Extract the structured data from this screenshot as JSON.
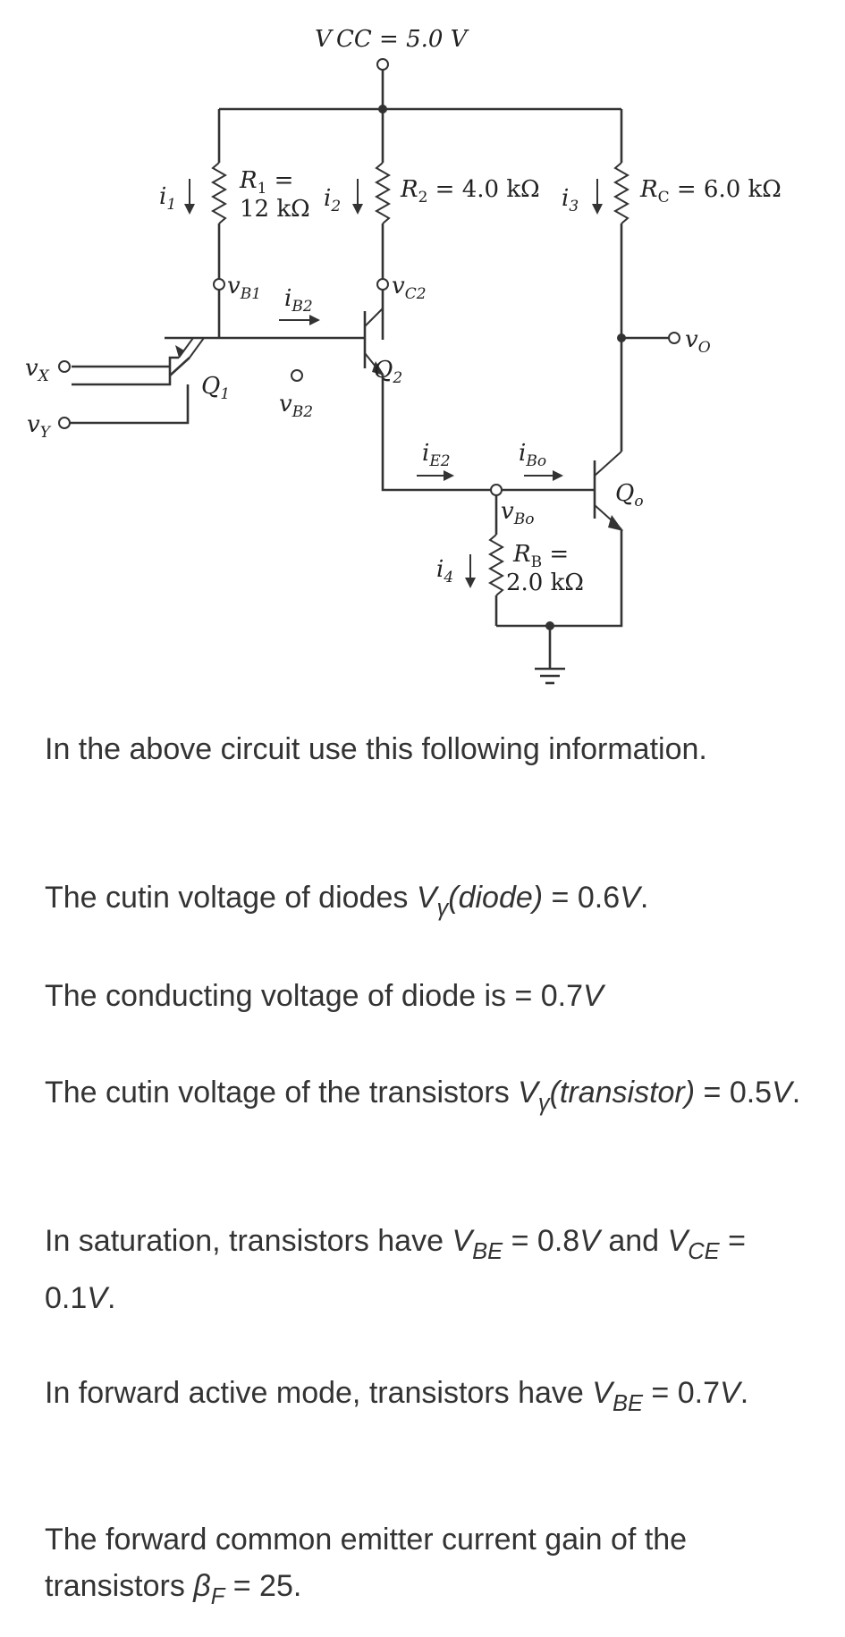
{
  "circuit": {
    "vcc": "V CC = 5.0 V",
    "r1_a": "R",
    "r1_sub": "1",
    "r1_b": " =",
    "r1_val": "12 kΩ",
    "r2": "R2 = 4.0 kΩ",
    "r2_a": "R",
    "r2_sub": "2",
    "r2_b": " = 4.0 kΩ",
    "rc_a": "R",
    "rc_sub": "C",
    "rc_b": " = 6.0 kΩ",
    "rb_a": "R",
    "rb_sub": "B",
    "rb_b": " =",
    "rb_val": "2.0 kΩ",
    "i1": "i",
    "i1_sub": "1",
    "i2": "i",
    "i2_sub": "2",
    "i3": "i",
    "i3_sub": "3",
    "i4": "i",
    "i4_sub": "4",
    "iB2": "i",
    "iB2_sub": "B2",
    "iE2": "i",
    "iE2_sub": "E2",
    "iBo": "i",
    "iBo_sub": "Bo",
    "vB1": "v",
    "vB1_sub": "B1",
    "vC2": "v",
    "vC2_sub": "C2",
    "vB2": "v",
    "vB2_sub": "B2",
    "vBo": "v",
    "vBo_sub": "Bo",
    "vO": "v",
    "vO_sub": "O",
    "vX": "v",
    "vX_sub": "X",
    "vY": "v",
    "vY_sub": "Y",
    "q1": "Q",
    "q1_sub": "1",
    "q2": "Q",
    "q2_sub": "2",
    "qo": "Q",
    "qo_sub": "o"
  },
  "text": {
    "intro": "In the above circuit use this following information.",
    "diode_cutin_pre": "The cutin voltage of diodes ",
    "diode_cutin_v": "V",
    "diode_cutin_sub": "γ",
    "diode_cutin_arg": "(diode)",
    "diode_cutin_val": " = 0.6",
    "diode_cutin_unit": "V",
    "diode_cutin_end": ".",
    "diode_cond": "The conducting voltage of diode is = 0.7",
    "diode_cond_unit": "V",
    "trans_cutin_pre": "The cutin voltage of the transistors ",
    "trans_cutin_v": "V",
    "trans_cutin_sub": "γ",
    "trans_cutin_arg": "(transistor)",
    "trans_cutin_val": " = 0.5",
    "trans_cutin_unit": "V",
    "trans_cutin_end": ".",
    "sat_pre": "In saturation, transistors have ",
    "sat_v1": "V",
    "sat_sub1": "BE",
    "sat_val1": " = 0.8",
    "sat_unit1": "V",
    "sat_and": " and ",
    "sat_v2": "V",
    "sat_sub2": "CE",
    "sat_val2": " = 0.1",
    "sat_unit2": "V",
    "sat_end": ".",
    "fa_pre": "In forward active mode, transistors have ",
    "fa_v": "V",
    "fa_sub": "BE",
    "fa_val": " = 0.7",
    "fa_unit": "V",
    "fa_end": ".",
    "beta_pre": "The forward common emitter current gain of the transistors ",
    "beta_sym": "β",
    "beta_sub": "F",
    "beta_val": " = 25."
  }
}
